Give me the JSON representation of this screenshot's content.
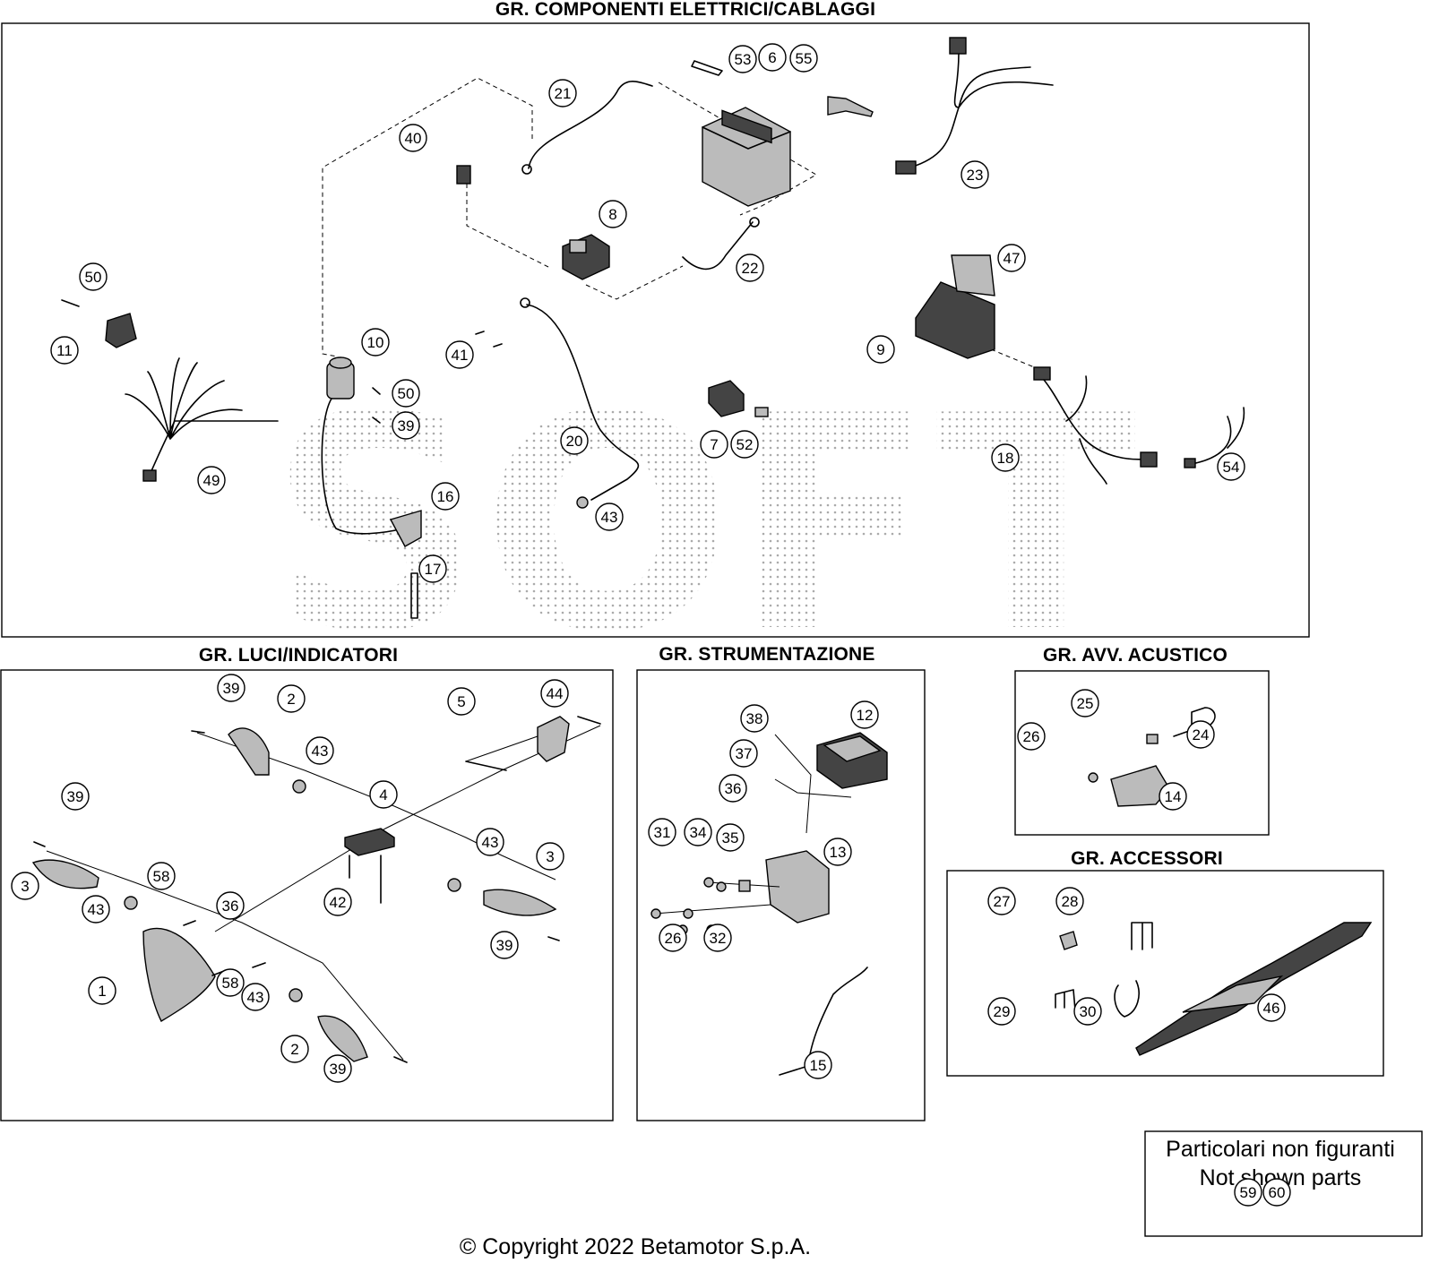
{
  "groups": {
    "electrical": "GR. COMPONENTI ELETTRICI/CABLAGGI",
    "lights": "GR. LUCI/INDICATORI",
    "instruments": "GR. STRUMENTAZIONE",
    "horn": "GR. AVV. ACUSTICO",
    "accessories": "GR. ACCESSORI"
  },
  "not_shown": {
    "line1": "Particolari non figuranti",
    "line2": "Not shown parts",
    "parts": [
      "59",
      "60"
    ]
  },
  "copyright": "© Copyright 2022 Betamotor S.p.A.",
  "watermark": {
    "text": "SOFT",
    "style": "dotted"
  },
  "callouts": {
    "electrical": [
      "53",
      "6",
      "55",
      "21",
      "40",
      "23",
      "8",
      "22",
      "47",
      "50",
      "11",
      "41",
      "10",
      "9",
      "50",
      "39",
      "49",
      "20",
      "7",
      "52",
      "18",
      "54",
      "16",
      "43",
      "17"
    ],
    "lights": [
      "39",
      "2",
      "5",
      "44",
      "43",
      "4",
      "39",
      "3",
      "43",
      "3",
      "43",
      "58",
      "36",
      "42",
      "39",
      "1",
      "58",
      "43",
      "2",
      "39"
    ],
    "instruments": [
      "38",
      "12",
      "37",
      "36",
      "31",
      "34",
      "35",
      "13",
      "26",
      "32",
      "15"
    ],
    "horn": [
      "25",
      "24",
      "26",
      "14"
    ],
    "accessories": [
      "27",
      "28",
      "29",
      "30",
      "46"
    ]
  }
}
